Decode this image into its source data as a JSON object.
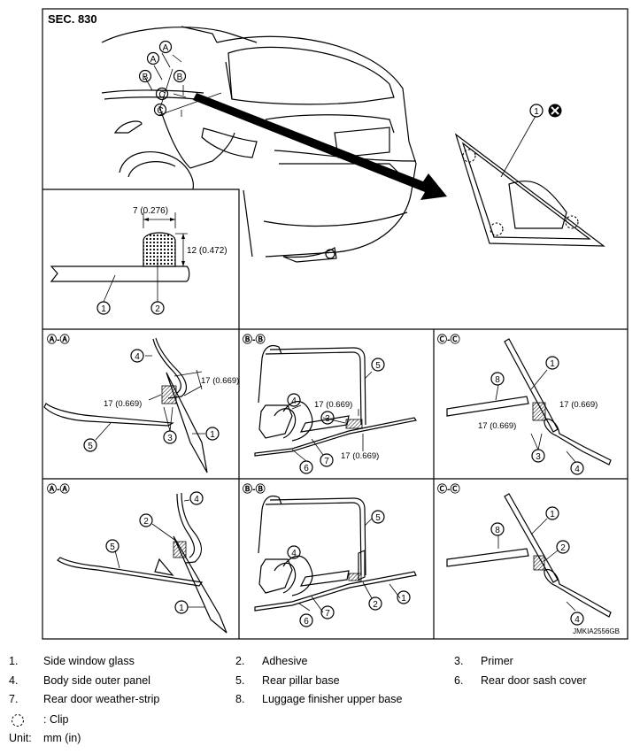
{
  "section": "SEC. 830",
  "image_code": "JMKIA2556GB",
  "sections": {
    "a": "Ⓐ-Ⓐ",
    "b": "Ⓑ-Ⓑ",
    "c": "Ⓒ-Ⓒ"
  },
  "callouts": {
    "a": "A",
    "b": "B",
    "c": "C",
    "n1": "1",
    "n2": "2",
    "n3": "3",
    "n4": "4",
    "n5": "5",
    "n6": "6",
    "n7": "7",
    "n8": "8"
  },
  "dims": {
    "width": "7 (0.276)",
    "height": "12 (0.472)",
    "seventeen": "17 (0.669)"
  },
  "legend": [
    {
      "num": "1.",
      "text": "Side window glass"
    },
    {
      "num": "2.",
      "text": "Adhesive"
    },
    {
      "num": "3.",
      "text": "Primer"
    },
    {
      "num": "4.",
      "text": "Body side outer panel"
    },
    {
      "num": "5.",
      "text": "Rear pillar base"
    },
    {
      "num": "6.",
      "text": "Rear door sash cover"
    },
    {
      "num": "7.",
      "text": "Rear door weather-strip"
    },
    {
      "num": "8.",
      "text": "Luggage finisher upper base"
    }
  ],
  "clip_label": ": Clip",
  "unit_label": "Unit:",
  "unit_value": "mm (in)"
}
